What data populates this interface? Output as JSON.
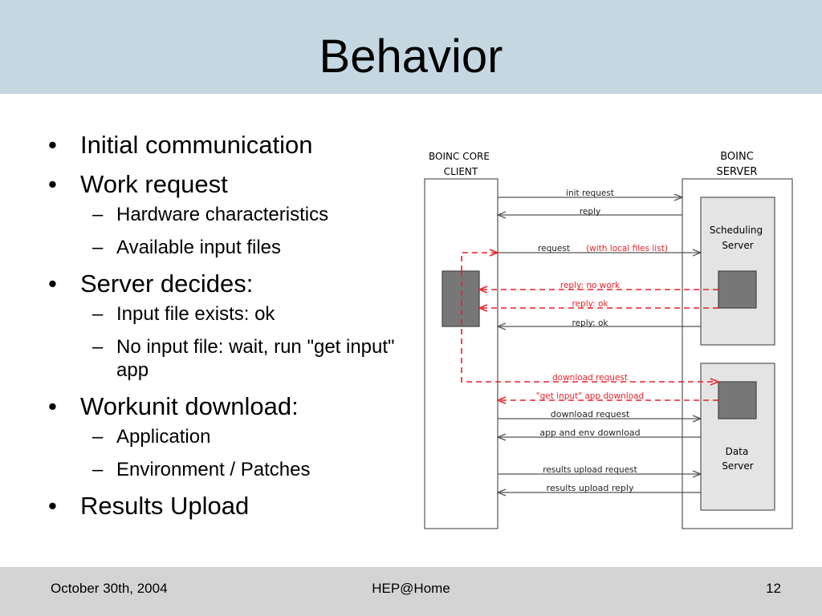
{
  "slide": {
    "title": "Behavior",
    "bullets": [
      {
        "text": "Initial communication",
        "subs": []
      },
      {
        "text": "Work request",
        "subs": [
          "Hardware characteristics",
          "Available input files"
        ]
      },
      {
        "text": "Server decides:",
        "subs": [
          "Input file exists: ok",
          "No input file: wait, run \"get input\" app"
        ]
      },
      {
        "text": "Workunit download:",
        "subs": [
          "Application",
          "Environment / Patches"
        ]
      },
      {
        "text": "Results Upload",
        "subs": []
      }
    ]
  },
  "diagram": {
    "client_label": [
      "BOINC CORE",
      "CLIENT"
    ],
    "server_label": [
      "BOINC",
      "SERVER"
    ],
    "scheduling_server_label": [
      "Scheduling",
      "Server"
    ],
    "data_server_label": [
      "Data",
      "Server"
    ],
    "messages": {
      "init_request": "init request",
      "reply": "reply",
      "request": "request",
      "local_files_list": "(with local files list)",
      "reply_no_work": "reply: no work",
      "reply_ok_red": "reply: ok",
      "reply_ok": "reply: ok",
      "download_request_red": "download request",
      "get_input_app_download": "\"get input\" app download",
      "download_request": "download request",
      "app_env_download": "app and env download",
      "results_upload_request": "results upload request",
      "results_upload_reply": "results upload reply"
    },
    "colors": {
      "normal_arrow": "#555555",
      "failure_path": "#e8212a",
      "box_fill": "#e4e4e4",
      "block_fill": "#777777"
    }
  },
  "footer": {
    "date": "October 30th, 2004",
    "center": "HEP@Home",
    "page": "12"
  }
}
